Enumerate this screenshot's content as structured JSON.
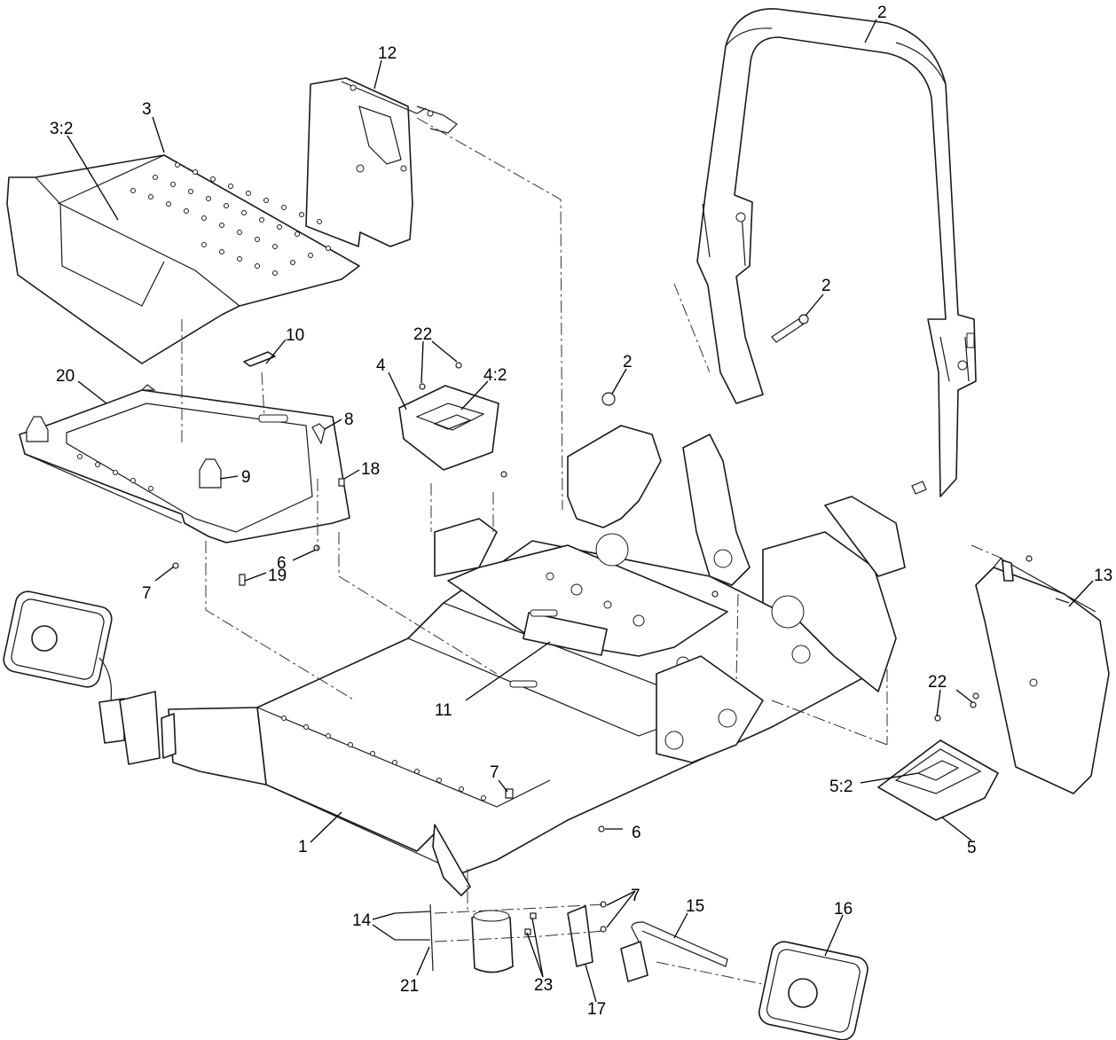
{
  "callouts": [
    {
      "id": "2a",
      "text": "2"
    },
    {
      "id": "2b",
      "text": "2"
    },
    {
      "id": "2c",
      "text": "2"
    },
    {
      "id": "12",
      "text": "12"
    },
    {
      "id": "3",
      "text": "3"
    },
    {
      "id": "3-2",
      "text": "3:2"
    },
    {
      "id": "10",
      "text": "10"
    },
    {
      "id": "22a",
      "text": "22"
    },
    {
      "id": "4",
      "text": "4"
    },
    {
      "id": "4-2",
      "text": "4:2"
    },
    {
      "id": "20",
      "text": "20"
    },
    {
      "id": "8",
      "text": "8"
    },
    {
      "id": "9",
      "text": "9"
    },
    {
      "id": "18",
      "text": "18"
    },
    {
      "id": "6a",
      "text": "6"
    },
    {
      "id": "7a",
      "text": "7"
    },
    {
      "id": "19",
      "text": "19"
    },
    {
      "id": "13",
      "text": "13"
    },
    {
      "id": "22b",
      "text": "22"
    },
    {
      "id": "11",
      "text": "11"
    },
    {
      "id": "7b",
      "text": "7"
    },
    {
      "id": "5-2",
      "text": "5:2"
    },
    {
      "id": "1",
      "text": "1"
    },
    {
      "id": "6b",
      "text": "6"
    },
    {
      "id": "5",
      "text": "5"
    },
    {
      "id": "7c",
      "text": "7"
    },
    {
      "id": "15",
      "text": "15"
    },
    {
      "id": "16",
      "text": "16"
    },
    {
      "id": "14",
      "text": "14"
    },
    {
      "id": "21",
      "text": "21"
    },
    {
      "id": "23",
      "text": "23"
    },
    {
      "id": "17",
      "text": "17"
    }
  ]
}
